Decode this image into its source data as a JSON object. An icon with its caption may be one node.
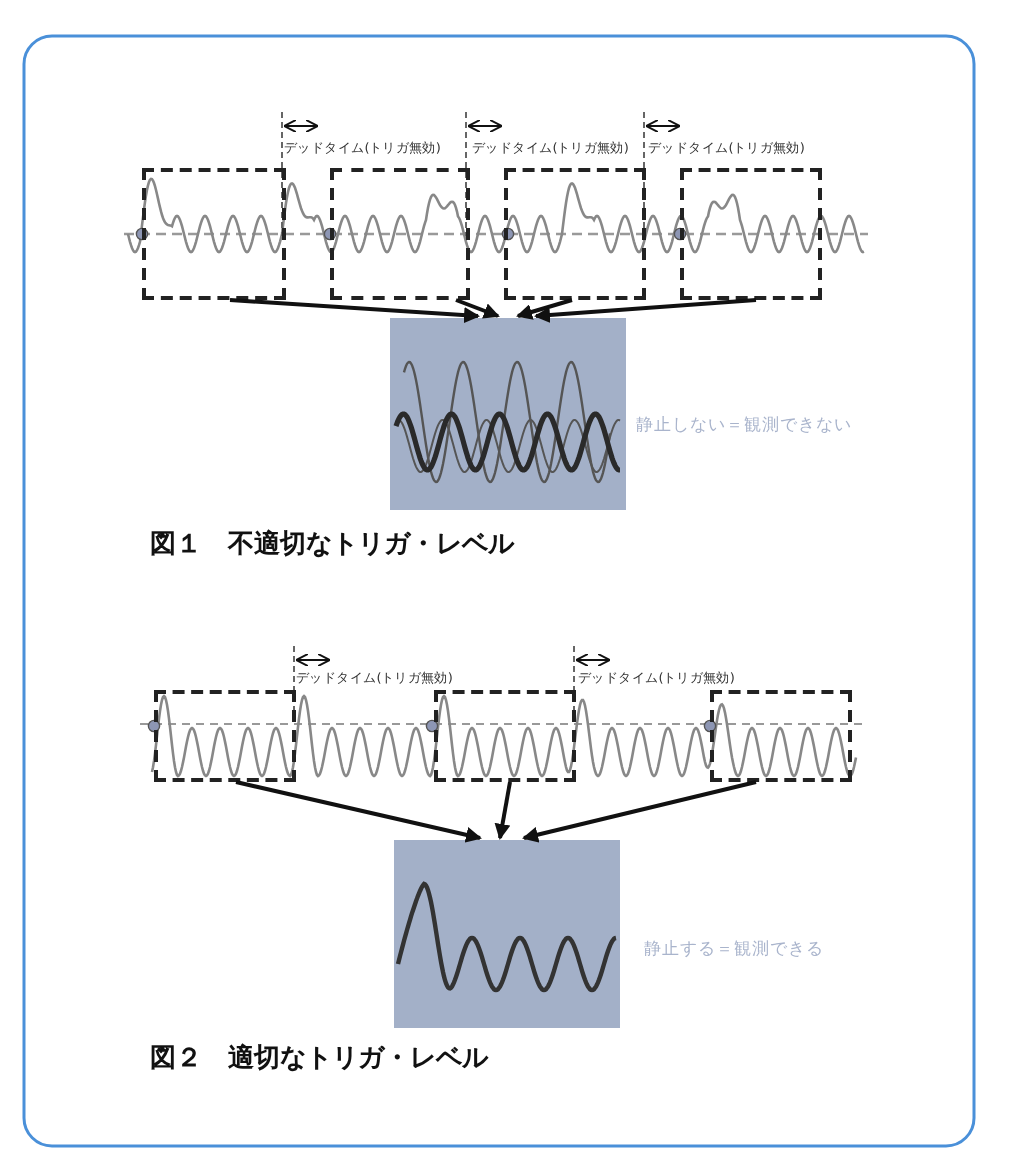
{
  "diagram": {
    "nodes": [
      {
        "text": [],
        "shape": "box"
      },
      {
        "text": [],
        "shape": "box"
      },
      {
        "text": [],
        "shape": "box"
      },
      {
        "text": [],
        "shape": "box"
      },
      {
        "text": [],
        "shape": "box",
        "beside": [
          "静止しない＝観測できない"
        ]
      },
      {
        "text": [],
        "shape": "box"
      },
      {
        "text": [],
        "shape": "box"
      },
      {
        "text": [],
        "shape": "box"
      },
      {
        "text": [],
        "shape": "box",
        "beside": [
          "静止する＝観測できる"
        ]
      }
    ],
    "edges": [
      {
        "from": 0,
        "to": 4,
        "arrow": "to"
      },
      {
        "from": 1,
        "to": 4,
        "arrow": "to"
      },
      {
        "from": 2,
        "to": 4,
        "arrow": "to"
      },
      {
        "from": 3,
        "to": 4,
        "arrow": "to"
      },
      {
        "from": 5,
        "to": 8,
        "arrow": "to"
      },
      {
        "from": 6,
        "to": 8,
        "arrow": "to"
      },
      {
        "from": 7,
        "to": 8,
        "arrow": "to"
      }
    ],
    "labels": [
      "デッドタイム(トリガ無効)",
      "デッドタイム(トリガ無効)",
      "デッドタイム(トリガ無効)",
      "図１　不適切なトリガ・レベル",
      "デッドタイム(トリガ無効)",
      "デッドタイム(トリガ無効)",
      "図２　適切なトリガ・レベル"
    ]
  }
}
